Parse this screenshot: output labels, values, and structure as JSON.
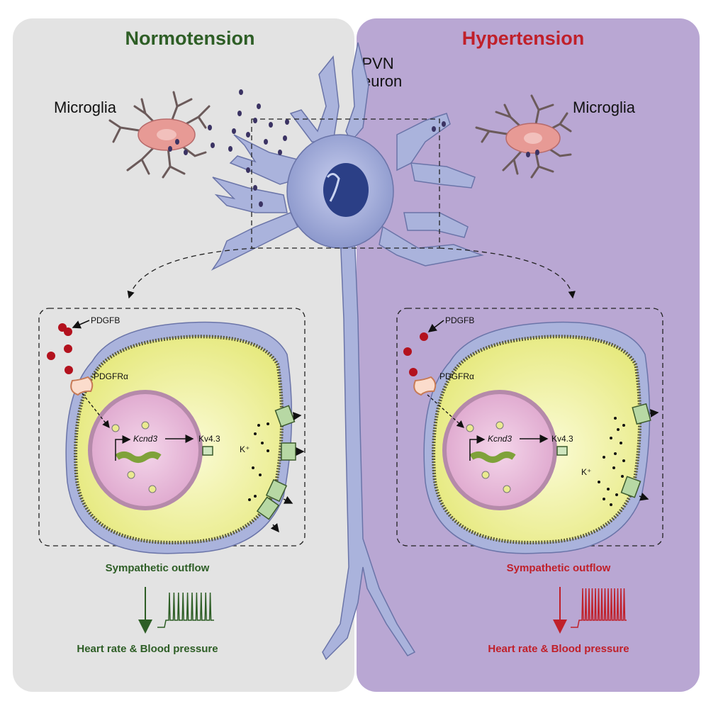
{
  "left_panel": {
    "title": "Normotension",
    "microglia_label": "Microglia",
    "ligand_label": "PDGFB",
    "receptor_label": "PDGFRα",
    "gene_label": "Kcnd3",
    "channel_label": "Kv4.3",
    "ion_label": "K⁺",
    "outflow_label": "Sympathetic outflow",
    "effect_label": "Heart rate & Blood pressure",
    "spike_count": 10
  },
  "right_panel": {
    "title": "Hypertension",
    "microglia_label": "Microglia",
    "ligand_label": "PDGFB",
    "receptor_label": "PDGFRα",
    "gene_label": "Kcnd3",
    "channel_label": "Kv4.3",
    "ion_label": "K⁺",
    "outflow_label": "Sympathetic outflow",
    "effect_label": "Heart rate & Blood pressure",
    "spike_count": 14
  },
  "center": {
    "neuron_label_line1": "PVN",
    "neuron_label_line2": "neuron"
  },
  "colors": {
    "left_bg": "#e3e3e3",
    "right_bg": "#b9a7d3",
    "normo": "#2e5e26",
    "hyper": "#c0202a",
    "neuron": "#aab3dc",
    "cell": "#eeef9a",
    "nucleus": "#e8b9d8"
  }
}
